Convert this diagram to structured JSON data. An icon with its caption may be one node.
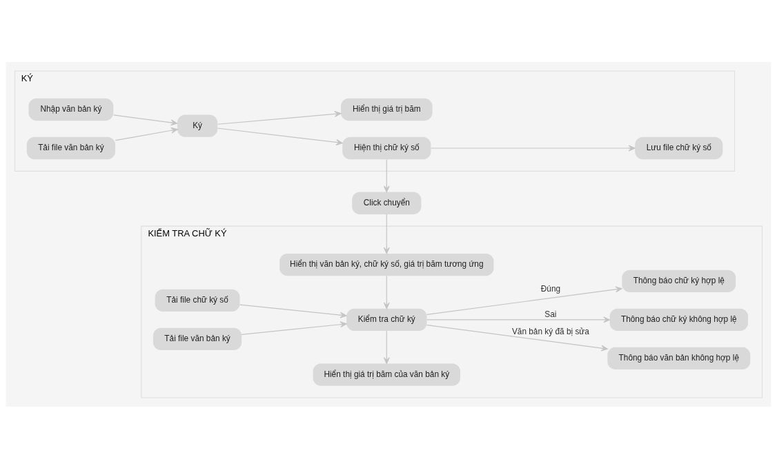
{
  "diagram": {
    "nodes": [
      {
        "text": [
          "KÝ"
        ]
      },
      {
        "text": [
          "Nhập văn bản ký"
        ],
        "in": 0
      },
      {
        "text": [
          "Tải file văn bản ký"
        ],
        "in": 0
      },
      {
        "text": [
          "Ký"
        ],
        "in": 0
      },
      {
        "text": [
          "Hiển thị giá trị băm"
        ],
        "in": 0
      },
      {
        "text": [
          "Hiện thị chữ ký số"
        ],
        "in": 0
      },
      {
        "text": [
          "Lưu file chữ ký số"
        ],
        "in": 0
      },
      {
        "text": [
          "Click chuyển"
        ]
      },
      {
        "text": [
          "KIỂM TRA CHỮ KÝ"
        ]
      },
      {
        "text": [
          "Hiển thị văn bản ký, chữ ký số, giá trị băm tương ứng"
        ],
        "in": 8
      },
      {
        "text": [
          "Tải file chữ ký số"
        ],
        "in": 8
      },
      {
        "text": [
          "Kiểm tra chữ ký"
        ],
        "in": 8
      },
      {
        "text": [
          "Tải file văn bản ký"
        ],
        "in": 8
      },
      {
        "text": [
          "Thông báo chữ ký hợp lệ"
        ],
        "in": 8
      },
      {
        "text": [
          "Thông báo chữ ký không hợp lệ"
        ],
        "in": 8
      },
      {
        "text": [
          "Hiển thị giá trị băm của văn bản ký"
        ],
        "in": 8
      },
      {
        "text": [
          "Thông báo văn bản không hợp lệ"
        ],
        "in": 8
      }
    ],
    "edges": [
      {
        "from": 1,
        "to": 3,
        "arrow": "to"
      },
      {
        "from": 2,
        "to": 3,
        "arrow": "to"
      },
      {
        "from": 3,
        "to": 4,
        "arrow": "to"
      },
      {
        "from": 3,
        "to": 5,
        "arrow": "to"
      },
      {
        "from": 5,
        "to": 6,
        "arrow": "to"
      },
      {
        "from": 5,
        "to": 7,
        "arrow": "to"
      },
      {
        "from": 7,
        "to": 9,
        "arrow": "to"
      },
      {
        "from": 9,
        "to": 11,
        "arrow": "to"
      },
      {
        "from": 10,
        "to": 11,
        "arrow": "to"
      },
      {
        "from": 12,
        "to": 11,
        "arrow": "to"
      },
      {
        "from": 11,
        "to": 13,
        "arrow": "to",
        "label": "Đúng"
      },
      {
        "from": 11,
        "to": 14,
        "arrow": "to",
        "label": "Sai"
      },
      {
        "from": 11,
        "to": 16,
        "arrow": "to",
        "label": "Văn bản ký đã bị sửa"
      },
      {
        "from": 11,
        "to": 15,
        "arrow": "to"
      }
    ]
  }
}
